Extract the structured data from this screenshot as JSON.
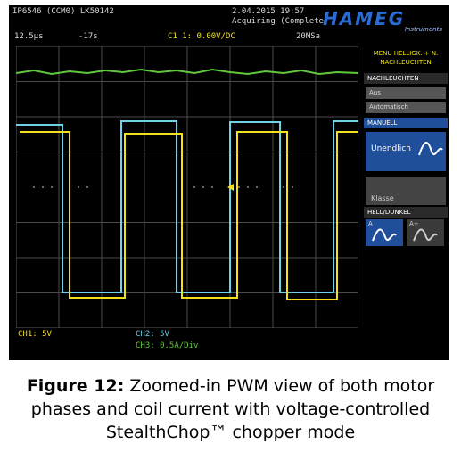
{
  "screen": {
    "header": {
      "left": "IP6546 (CCM0) LK50142",
      "date": "2.04.2015 19:57",
      "status": "Acquiring (Complete)",
      "timebase": "12.5µs",
      "trig_offset": "-17s",
      "trigger_info": "C1 1: 0.00V/DC",
      "sample_rate": "20MSa"
    },
    "logo": {
      "brand": "HAMEG",
      "sub": "Instruments"
    },
    "menu": {
      "title_line1": "MENU HELLIGK. + N.",
      "title_line2": "NACHLEUCHTEN",
      "section": "NACHLEUCHTEN",
      "btn_aus": "Aus",
      "btn_automatic": "Automatisch",
      "manual_label": "MANUELL",
      "manual_value": "Unendlich",
      "option_blank": "",
      "option_lower": "Klasse",
      "section2": "HELL/DUNKEL",
      "half1_label": "A",
      "half2_label": "A+"
    },
    "footer": {
      "ch1": "CH1: 5V",
      "ch2": "CH2: 5V",
      "ch3": "CH3: 0.5A/Div"
    },
    "colors": {
      "ch1": "#f3e01c",
      "ch2": "#6fd3e8",
      "ch3": "#5fc83a",
      "grid": "#5a5a5a",
      "menu_blue": "#1f4f9a"
    }
  },
  "caption": {
    "label": "Figure 12:",
    "text": "Zoomed-in PWM view of both motor phases and coil current with voltage-controlled StealthChop™ chopper mode"
  }
}
